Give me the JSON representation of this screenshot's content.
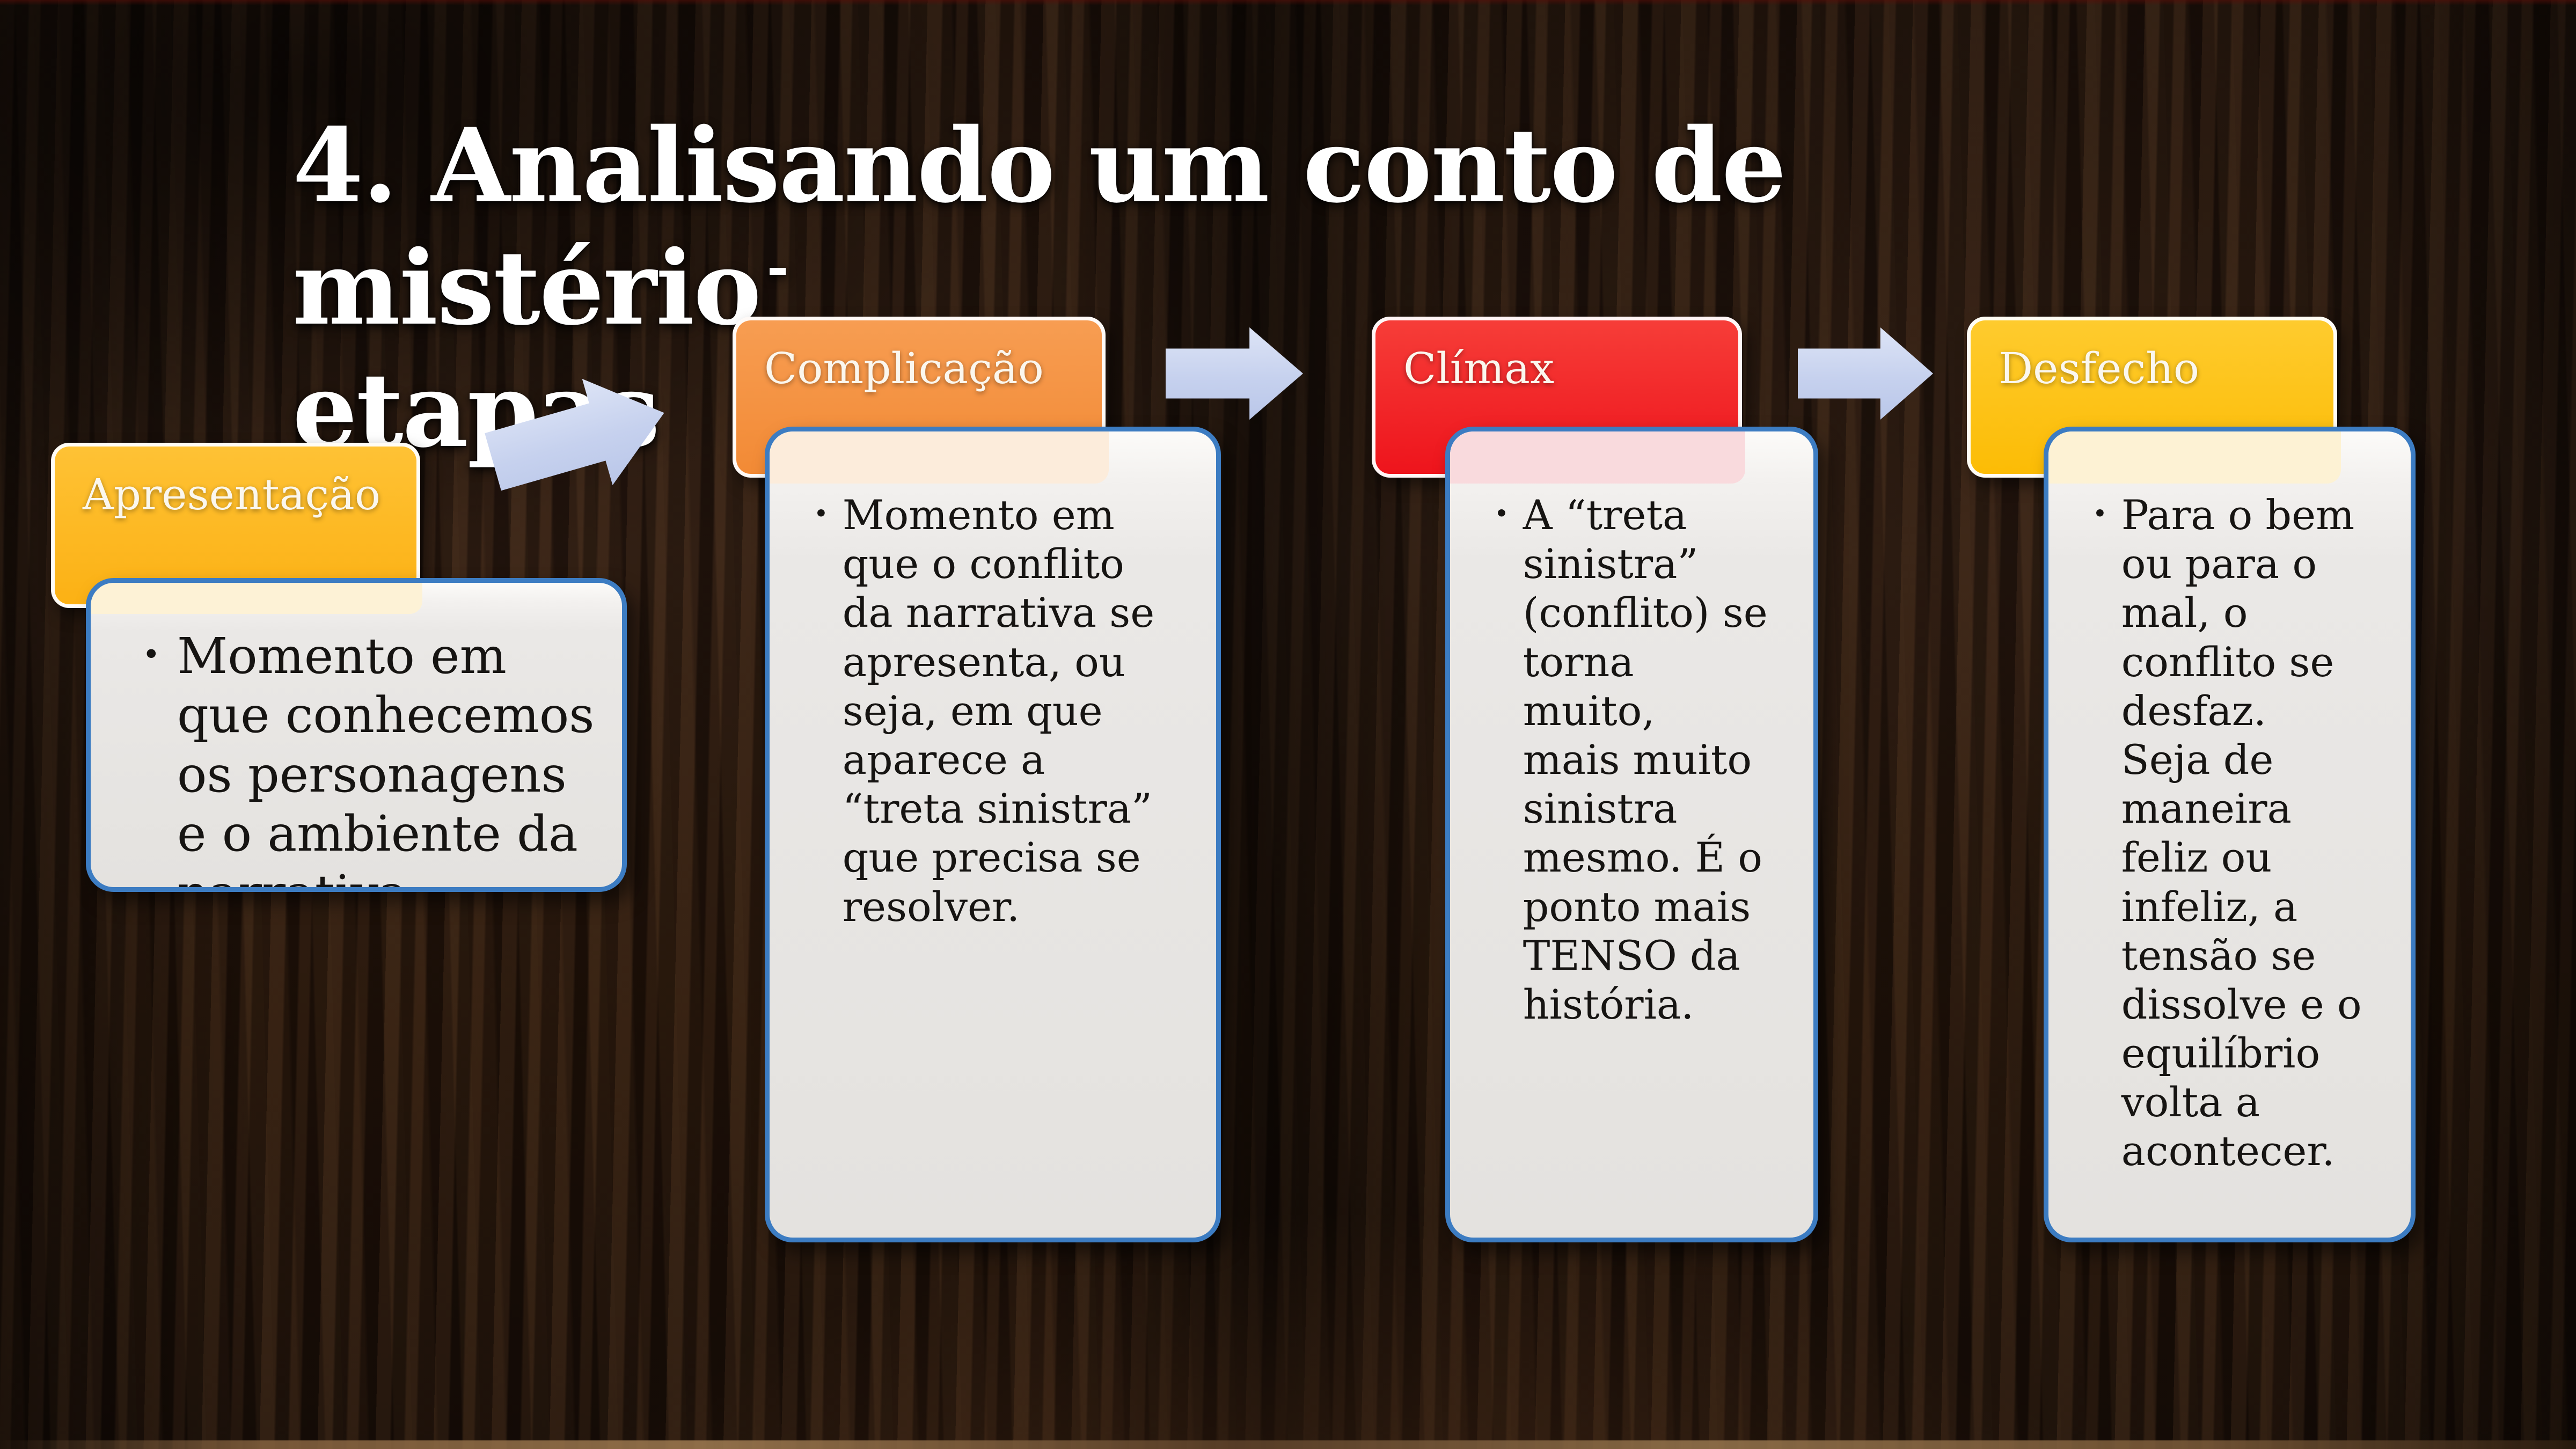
{
  "slide": {
    "title": {
      "line1": "4. Analisando um conto de mistério",
      "dash": "-",
      "line2": "etapas"
    },
    "bullet_char": "•",
    "stages": [
      {
        "id": "apresentacao",
        "label": "Apresentação",
        "header_color": "#FCB114",
        "body_lines": [
          "Momento em",
          "que conhecemos",
          "os personagens",
          "e o ambiente da",
          "narrativa."
        ]
      },
      {
        "id": "complicacao",
        "label": "Complicação",
        "header_color": "#F28A35",
        "body_lines": [
          "Momento em",
          "que o conflito",
          "da narrativa se",
          "apresenta, ou",
          "seja, em que",
          "aparece a",
          "“treta sinistra”",
          "que precisa se",
          "resolver."
        ]
      },
      {
        "id": "climax",
        "label": "Clímax",
        "header_color": "#EE141C",
        "body_lines": [
          "A “treta",
          "sinistra”",
          "(conflito) se",
          "torna",
          "muito,",
          "mais muito",
          "sinistra",
          "mesmo. É o",
          "ponto mais",
          "TENSO da",
          "história."
        ]
      },
      {
        "id": "desfecho",
        "label": "Desfecho",
        "header_color": "#FCBC05",
        "body_lines": [
          "Para o bem",
          "ou para o",
          "mal, o",
          "conflito se",
          "desfaz.",
          "Seja de",
          "maneira",
          "feliz ou",
          "infeliz, a",
          "tensão se",
          "dissolve e o",
          "equilíbrio",
          "volta a",
          "acontecer."
        ]
      }
    ],
    "colors": {
      "background_wood_dark": "#1C1009",
      "background_wood_mid": "#2B1A10",
      "card_fill": "#EAE8E6",
      "card_border_blue": "#3C7CC2",
      "arrow_lavender": "#C6D1EE",
      "title_text": "#FFFFFF",
      "header_text": "#FBF7EE",
      "body_text": "#161412"
    }
  }
}
